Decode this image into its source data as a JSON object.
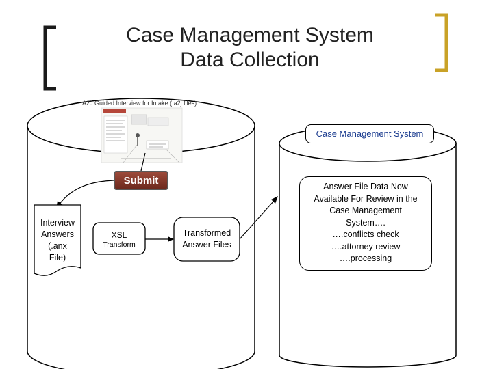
{
  "title": {
    "line1": "Case Management System",
    "line2": "Data Collection"
  },
  "intake_label": "A2J Guided Interview for Intake (.a2j files)",
  "submit_label": "Submit",
  "cms_label": "Case Management System",
  "interview_doc": {
    "lines": [
      "Interview",
      "Answers",
      "(.anx",
      "File)"
    ]
  },
  "xsl": {
    "line1": "XSL",
    "line2": "Transform"
  },
  "transformed": {
    "line1": "Transformed",
    "line2": "Answer Files"
  },
  "review": {
    "lines": [
      "Answer File Data Now",
      "Available For Review in the",
      "Case Management",
      "System….",
      "….conflicts check",
      "….attorney review",
      "….processing"
    ]
  },
  "colors": {
    "bracket_left": "#1a1a1a",
    "bracket_right": "#c9a227",
    "cms_text": "#1a3b8f",
    "submit_bg": "#8a3a2c"
  }
}
